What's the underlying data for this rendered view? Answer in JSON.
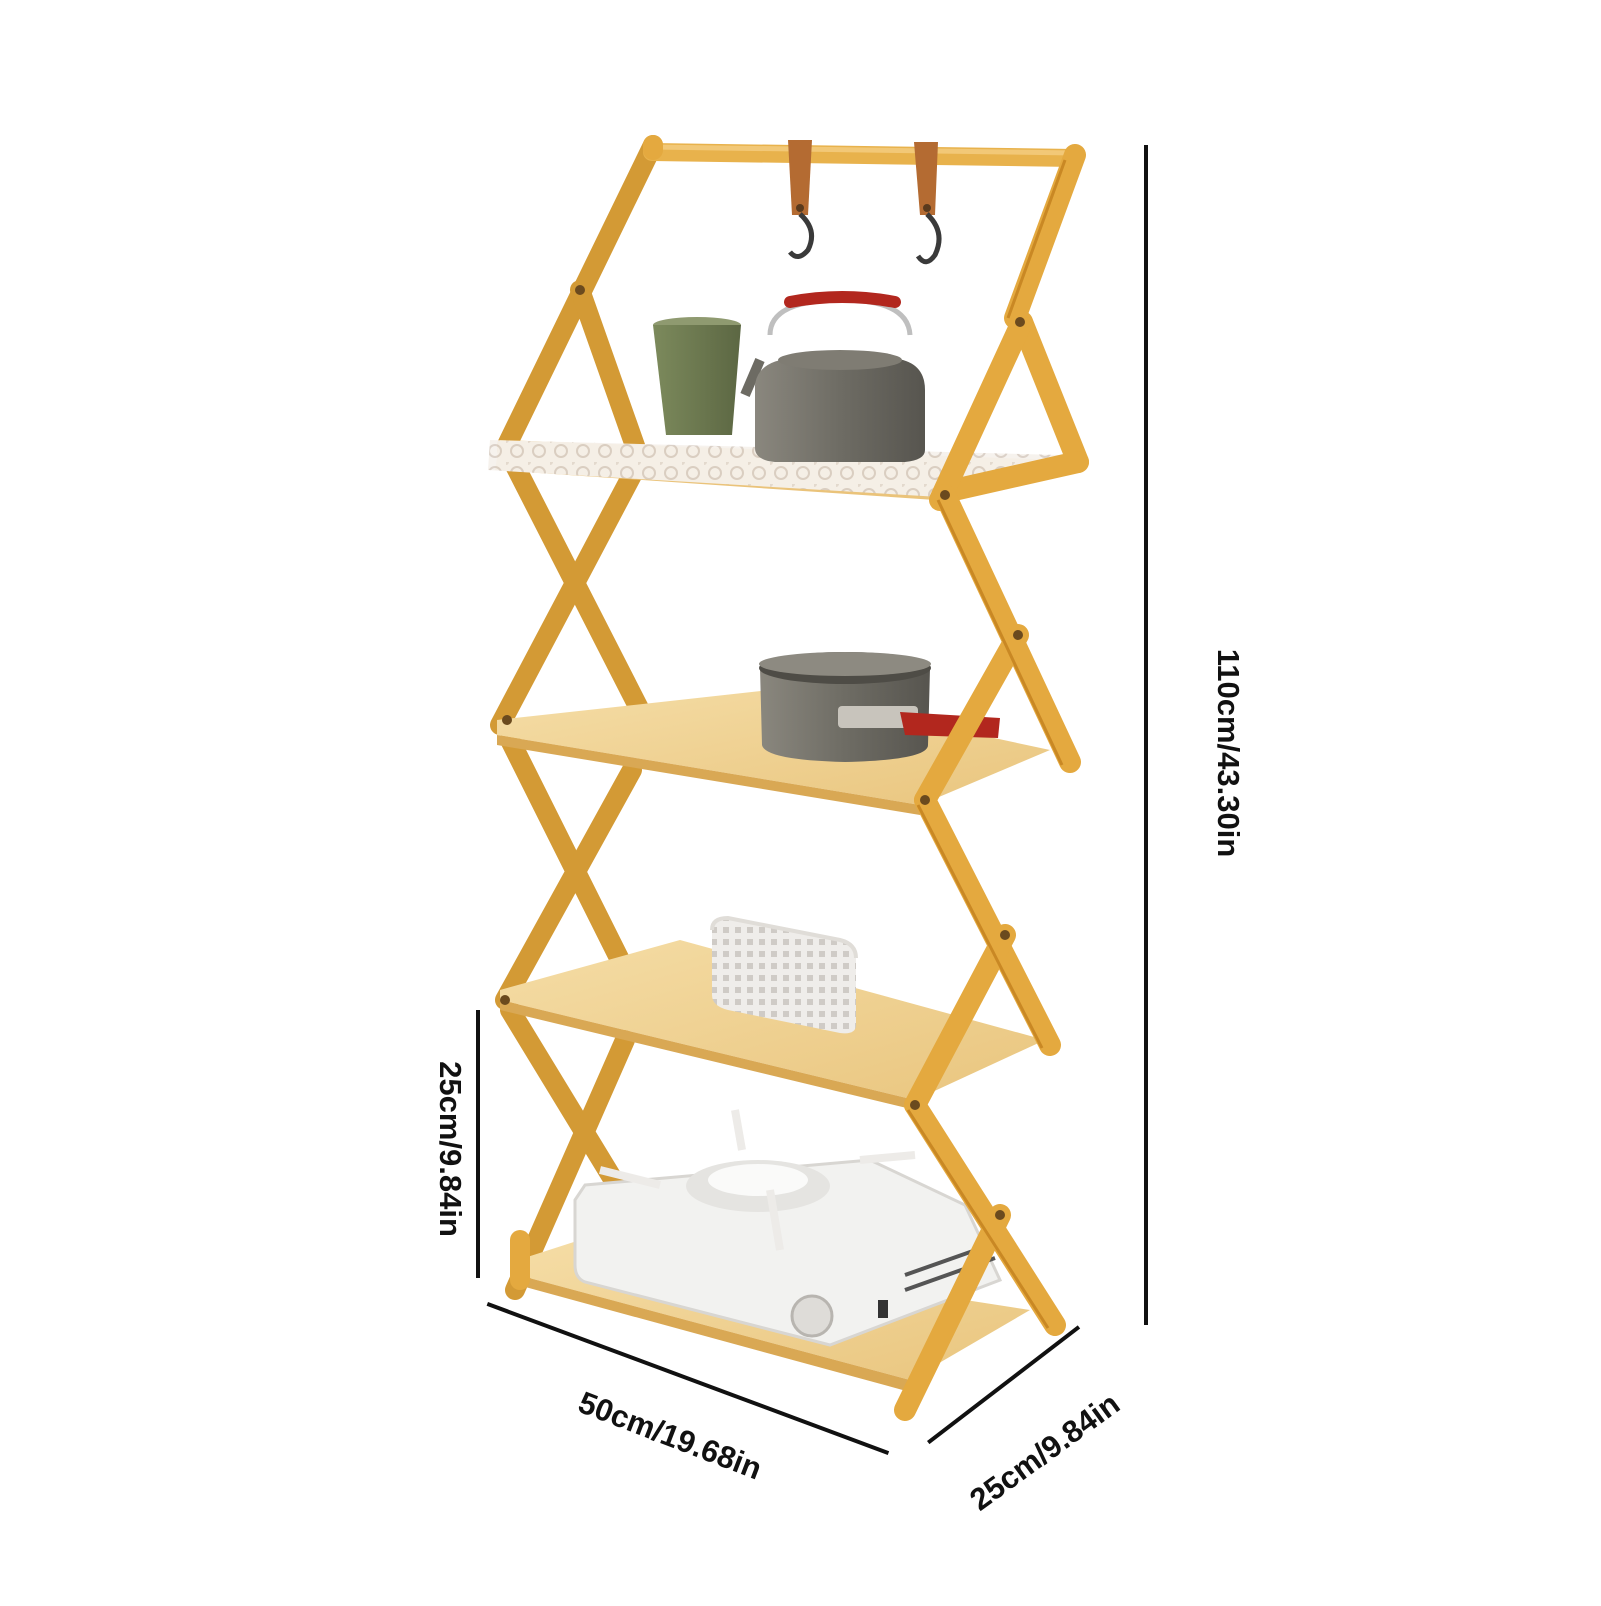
{
  "product": {
    "description": "Folding bamboo 4-tier shelf with hanging hooks",
    "colors": {
      "bamboo": "#E4A93F",
      "bamboo_dark": "#C98824",
      "shelf_board": "#F2D59A",
      "leather": "#B46B32",
      "pot_gray": "#6D6B63",
      "cup_green": "#6E7A51",
      "handle_red": "#B2271E",
      "stove_white": "#F2F2F0"
    }
  },
  "dimensions": {
    "height": "110cm/43.30in",
    "tier_spacing": "25cm/9.84in",
    "width": "50cm/19.68in",
    "depth": "25cm/9.84in"
  }
}
